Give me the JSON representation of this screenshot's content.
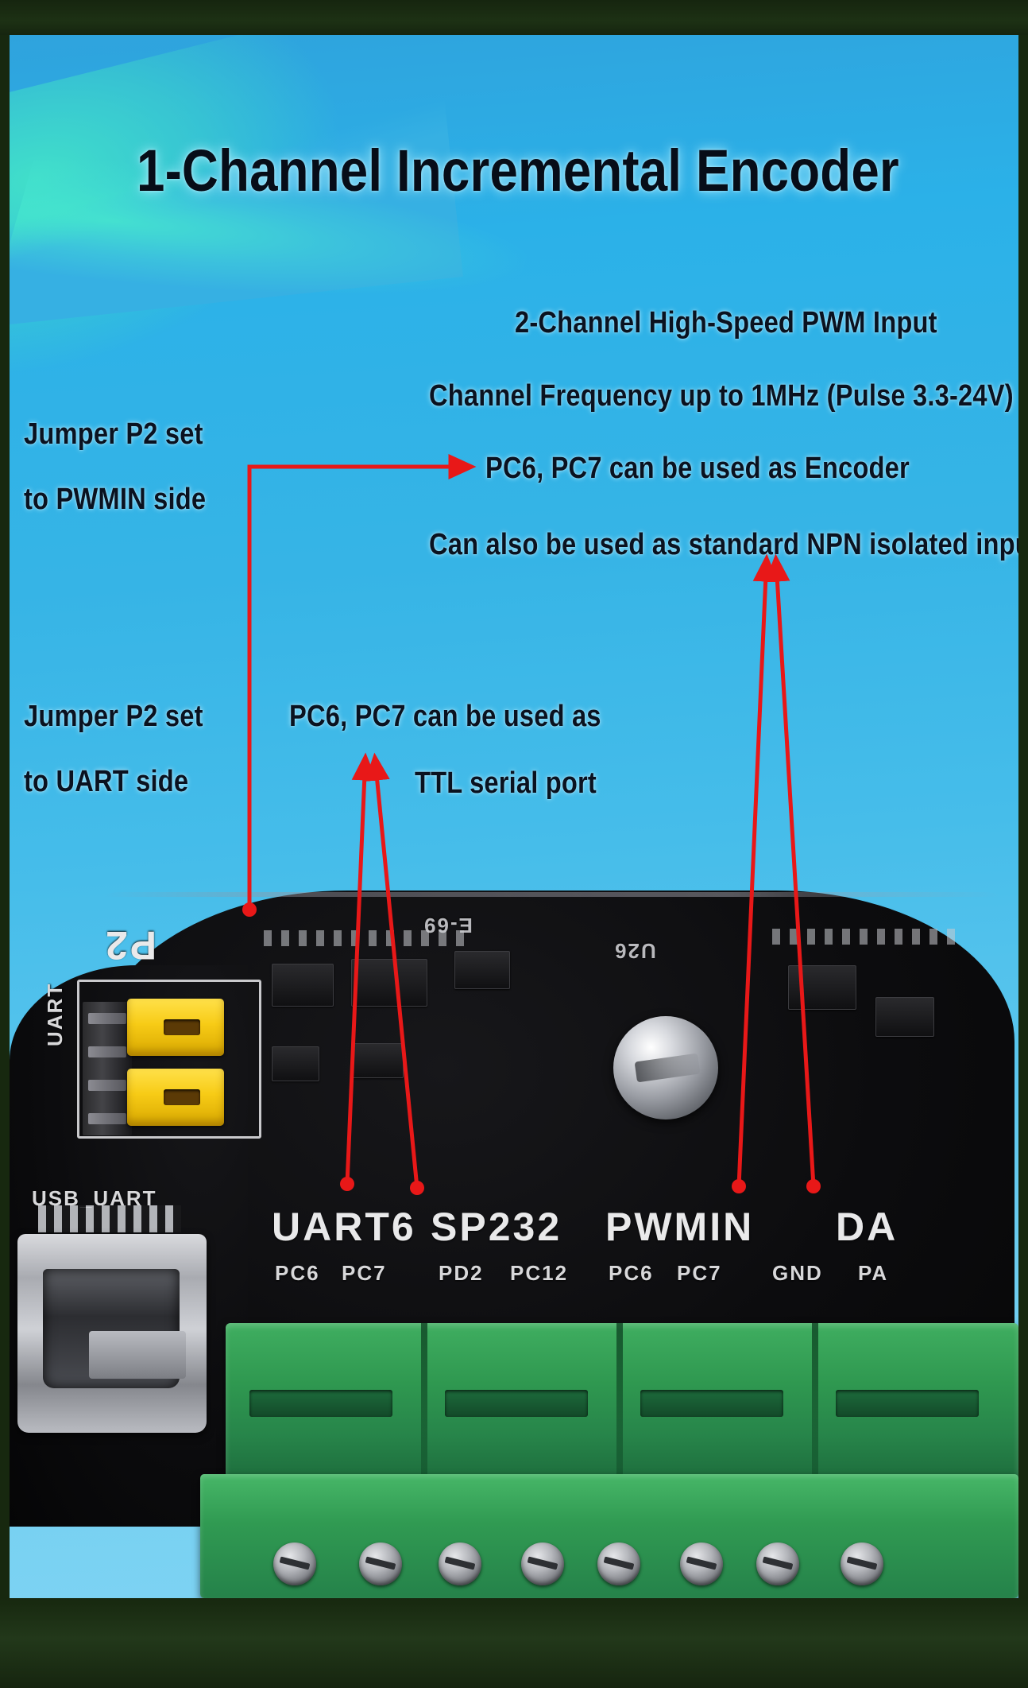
{
  "poster": {
    "title": "1-Channel Incremental Encoder",
    "accent_blue": "#2fa3dd",
    "frame_green": "#1b2d12",
    "annotation_red": "#e81818",
    "text_color": "#0a1220"
  },
  "annotations": {
    "right_block": [
      "2-Channel High-Speed PWM Input",
      "Channel Frequency up to 1MHz (Pulse 3.3-24V)",
      "PC6, PC7 can be used as Encoder",
      "Can also be used as standard NPN isolated input"
    ],
    "left_block_pwmin": [
      "Jumper P2 set",
      "to PWMIN side"
    ],
    "left_block_uart": [
      "Jumper P2 set",
      "to UART side"
    ],
    "middle_block_ttl": [
      "PC6, PC7 can be used as",
      "TTL serial port"
    ]
  },
  "board_silkscreen": {
    "jumper_header": "P2",
    "jumper_side_label": "UART",
    "usb_connector": "USB_UART",
    "groups": [
      {
        "name": "UART6",
        "pins": [
          "PC6",
          "PC7"
        ]
      },
      {
        "name": "SP232",
        "pins": [
          "PD2",
          "PC12"
        ]
      },
      {
        "name": "PWMIN",
        "pins": [
          "PC6",
          "PC7"
        ]
      },
      {
        "name": "DA",
        "pins": [
          "GND",
          "PA"
        ]
      }
    ],
    "misc": [
      "E-69",
      "U26"
    ]
  }
}
